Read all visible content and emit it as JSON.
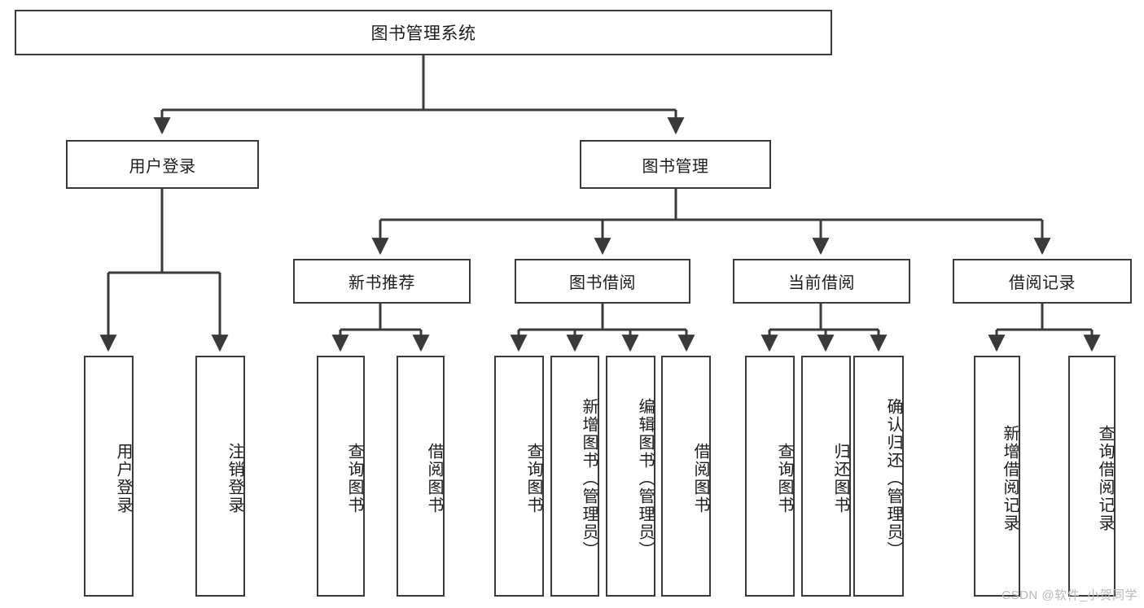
{
  "diagram": {
    "type": "tree-flowchart",
    "orientation": "top-down",
    "root": {
      "label": "图书管理系统"
    },
    "level2": [
      {
        "label": "用户登录"
      },
      {
        "label": "图书管理"
      }
    ],
    "level3": [
      {
        "label": "新书推荐"
      },
      {
        "label": "图书借阅"
      },
      {
        "label": "当前借阅"
      },
      {
        "label": "借阅记录"
      }
    ],
    "leaves": {
      "user_login": [
        {
          "label": "用户登录"
        },
        {
          "label": "注销登录"
        }
      ],
      "new_book_recommend": [
        {
          "label": "查询图书"
        },
        {
          "label": "借阅图书"
        }
      ],
      "book_borrow": [
        {
          "label": "查询图书"
        },
        {
          "label": "新增图书（管理员）"
        },
        {
          "label": "编辑图书（管理员）"
        },
        {
          "label": "借阅图书"
        }
      ],
      "current_borrow": [
        {
          "label": "查询图书"
        },
        {
          "label": "归还图书"
        },
        {
          "label": "确认归还（管理员）"
        }
      ],
      "borrow_record": [
        {
          "label": "新增借阅记录"
        },
        {
          "label": "查询借阅记录"
        }
      ]
    }
  },
  "watermark": {
    "text": "CSDN @软件_小贺同学"
  },
  "colors": {
    "stroke": "#3a3a3a",
    "text": "#1c1c1c",
    "background": "#ffffff",
    "watermark": "#b9b9b9"
  }
}
